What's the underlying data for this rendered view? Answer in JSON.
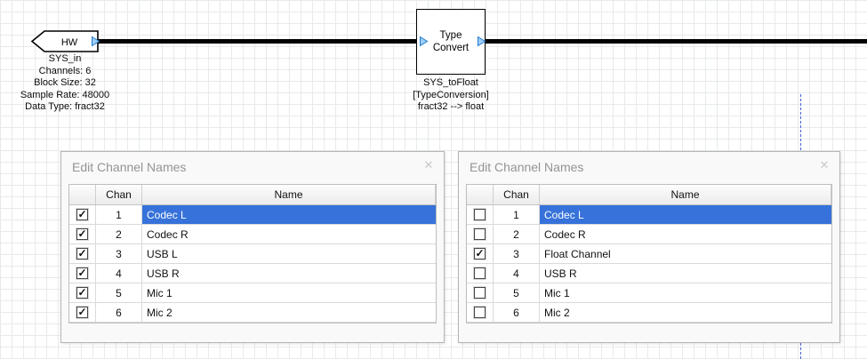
{
  "canvas": {
    "hw_block": {
      "label": "HW",
      "annotations": [
        "SYS_in",
        "Channels: 6",
        "Block Size: 32",
        "Sample Rate: 48000",
        "Data Type: fract32"
      ]
    },
    "type_convert_block": {
      "line1": "Type",
      "line2": "Convert",
      "annotations": [
        "SYS_toFloat",
        "[TypeConversion]",
        "fract32 --> float"
      ]
    }
  },
  "dialogs": [
    {
      "title": "Edit Channel Names",
      "close_icon": "✕",
      "columns": {
        "chan": "Chan",
        "name": "Name"
      },
      "rows": [
        {
          "checked": true,
          "selected": true,
          "chan": "1",
          "name": "Codec L"
        },
        {
          "checked": true,
          "selected": false,
          "chan": "2",
          "name": "Codec R"
        },
        {
          "checked": true,
          "selected": false,
          "chan": "3",
          "name": "USB L"
        },
        {
          "checked": true,
          "selected": false,
          "chan": "4",
          "name": "USB R"
        },
        {
          "checked": true,
          "selected": false,
          "chan": "5",
          "name": "Mic 1"
        },
        {
          "checked": true,
          "selected": false,
          "chan": "6",
          "name": "Mic 2"
        }
      ]
    },
    {
      "title": "Edit Channel Names",
      "close_icon": "✕",
      "columns": {
        "chan": "Chan",
        "name": "Name"
      },
      "rows": [
        {
          "checked": false,
          "selected": true,
          "chan": "1",
          "name": "Codec L"
        },
        {
          "checked": false,
          "selected": false,
          "chan": "2",
          "name": "Codec R"
        },
        {
          "checked": true,
          "selected": false,
          "chan": "3",
          "name": "Float Channel"
        },
        {
          "checked": false,
          "selected": false,
          "chan": "4",
          "name": "USB R"
        },
        {
          "checked": false,
          "selected": false,
          "chan": "5",
          "name": "Mic 1"
        },
        {
          "checked": false,
          "selected": false,
          "chan": "6",
          "name": "Mic 2"
        }
      ]
    }
  ],
  "colors": {
    "selection_blue": "#3672d9",
    "pin_fill": "#9ecef5",
    "pin_border": "#1f7ad2",
    "wire": "#000000",
    "grid_line": "#e7eaec",
    "guide_line_blue": "#4862d6"
  }
}
